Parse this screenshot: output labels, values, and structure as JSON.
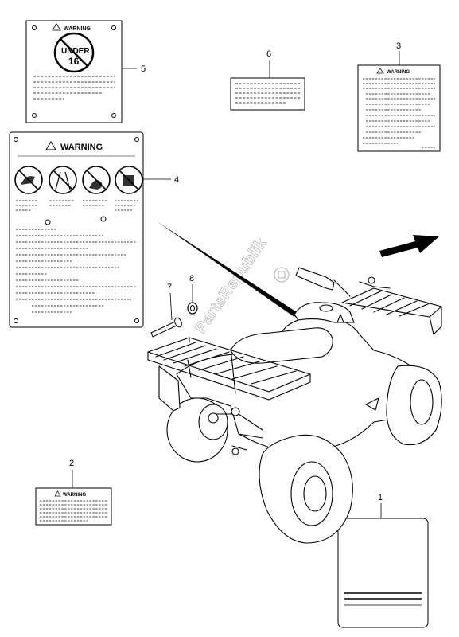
{
  "callouts": {
    "c1": "1",
    "c2": "2",
    "c3": "3",
    "c4": "4",
    "c5": "5",
    "c6": "6",
    "c7": "7",
    "c8": "8"
  },
  "labels": {
    "warning_text": "WARNING",
    "under_text": "UNDER",
    "age_text": "16"
  },
  "watermark": {
    "text": "PartsRepublik"
  },
  "colors": {
    "line": "#000000",
    "watermark": "#b0b0b0"
  }
}
